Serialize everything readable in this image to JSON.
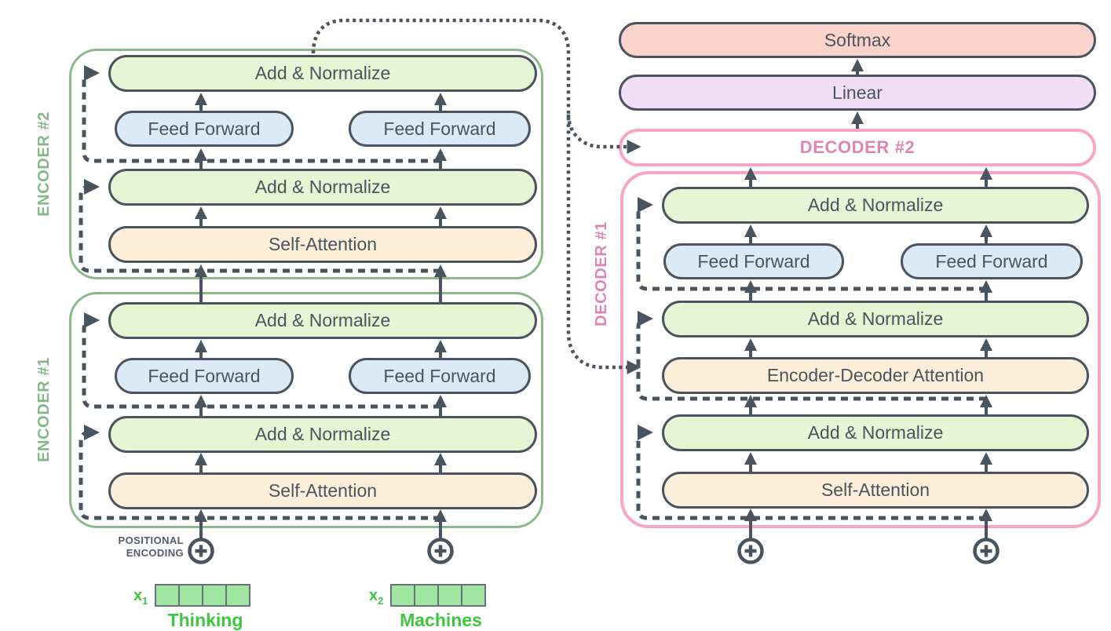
{
  "colors": {
    "outline": "#4a545f",
    "add_normalize_fill": "#e6f5d3",
    "feed_forward_fill": "#dceaf8",
    "attention_fill": "#fdeeda",
    "softmax_fill": "#fad3cb",
    "linear_fill": "#f0ddf8",
    "encoder_border": "#8aba8c",
    "encoder_label": "#85b887",
    "decoder_border": "#f9a5c7",
    "decoder_label": "#dd85b3",
    "embedding_green": "#3fc53f",
    "embedding_cell_fill": "#9fe6a0"
  },
  "encoder2": {
    "label": "ENCODER #2",
    "add_normalize_top": "Add & Normalize",
    "feed_forward_left": "Feed Forward",
    "feed_forward_right": "Feed Forward",
    "add_normalize_bottom": "Add & Normalize",
    "self_attention": "Self-Attention"
  },
  "encoder1": {
    "label": "ENCODER #1",
    "add_normalize_top": "Add & Normalize",
    "feed_forward_left": "Feed Forward",
    "feed_forward_right": "Feed Forward",
    "add_normalize_bottom": "Add & Normalize",
    "self_attention": "Self-Attention"
  },
  "decoder1": {
    "label": "DECODER #1",
    "add_normalize_top": "Add & Normalize",
    "feed_forward_left": "Feed Forward",
    "feed_forward_right": "Feed Forward",
    "add_normalize_mid": "Add & Normalize",
    "encoder_decoder_attention": "Encoder-Decoder Attention",
    "add_normalize_bottom": "Add & Normalize",
    "self_attention": "Self-Attention"
  },
  "decoder2": {
    "label": "DECODER #2"
  },
  "output_head": {
    "softmax": "Softmax",
    "linear": "Linear"
  },
  "positional_encoding": {
    "line1": "POSITIONAL",
    "line2": "ENCODING"
  },
  "inputs": [
    {
      "symbol": "x",
      "subscript": "1",
      "word": "Thinking",
      "cells": 4
    },
    {
      "symbol": "x",
      "subscript": "2",
      "word": "Machines",
      "cells": 4
    }
  ]
}
